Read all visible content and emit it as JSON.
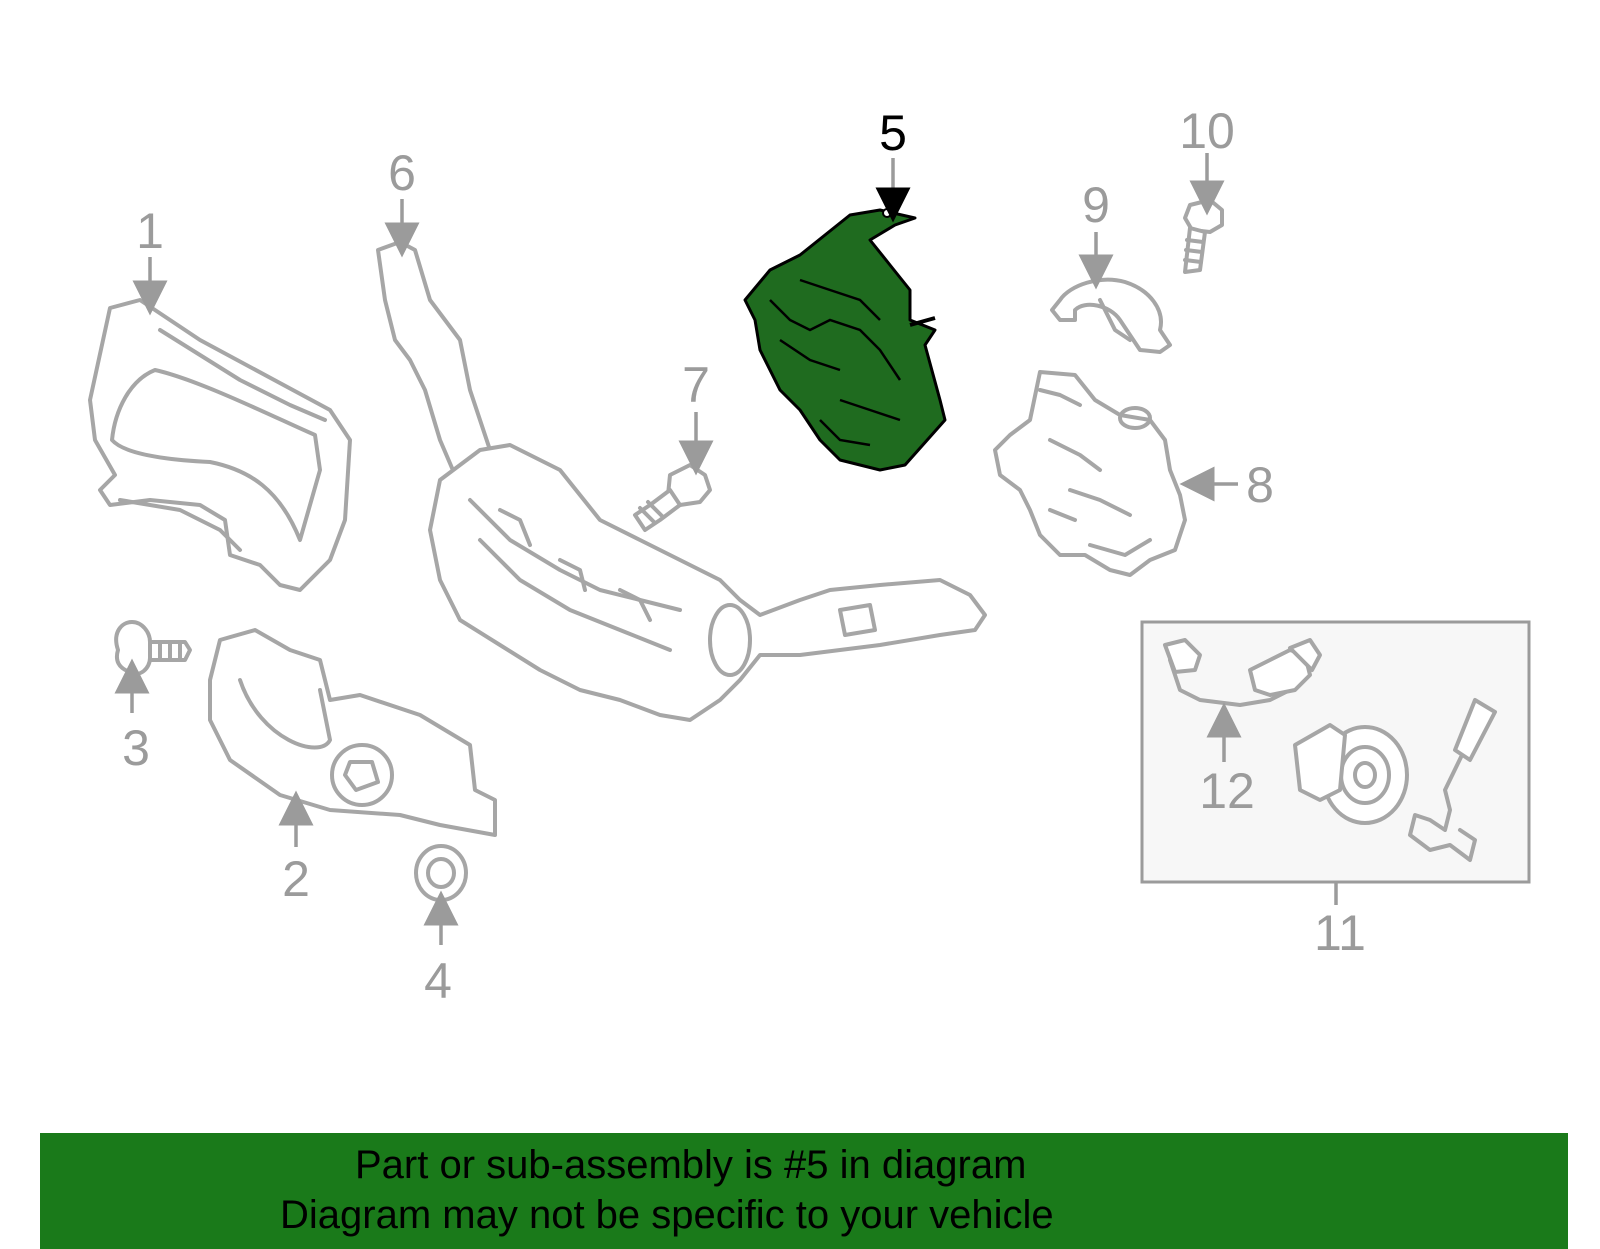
{
  "callouts": {
    "c1": "1",
    "c2": "2",
    "c3": "3",
    "c4": "4",
    "c5": "5",
    "c6": "6",
    "c7": "7",
    "c8": "8",
    "c9": "9",
    "c10": "10",
    "c11": "11",
    "c12": "12"
  },
  "highlighted_part": "5",
  "colors": {
    "highlight_fill": "#1f6b1f",
    "banner_bg": "#1a7a1a",
    "part_stroke": "#a6a6a6",
    "callout_grey": "#9b9b9b"
  },
  "banner": {
    "line1": "Part or sub-assembly is #5 in diagram",
    "line2": "Diagram may not be specific to your vehicle"
  }
}
